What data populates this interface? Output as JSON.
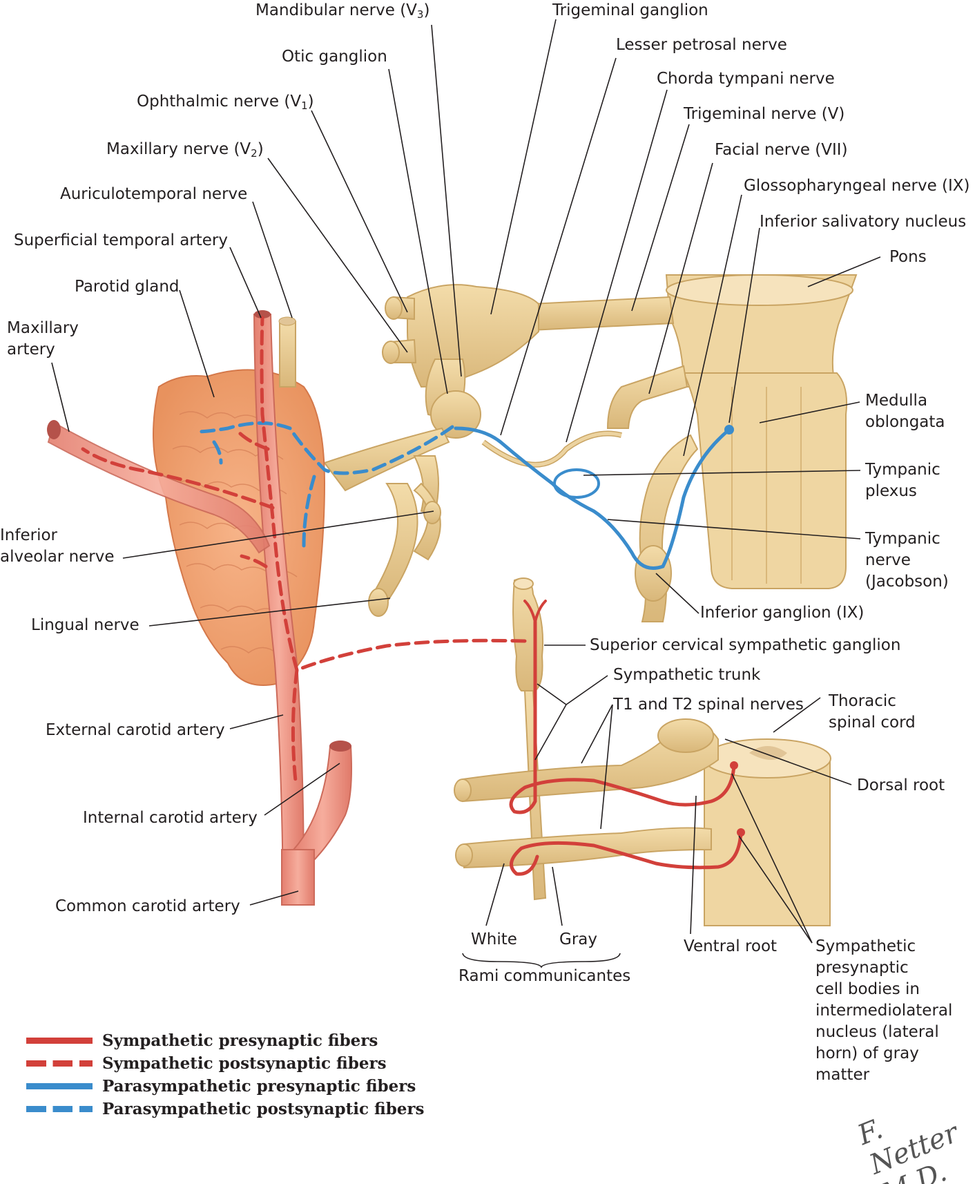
{
  "colors": {
    "nerve": "#e9cf95",
    "nerve_dark": "#c9a463",
    "brainstem": "#efd6a2",
    "gland": "#f2a77a",
    "artery": "#ee8f7d",
    "sympathetic": "#d2403a",
    "parasympathetic": "#3a8ccc",
    "leader": "#231f20"
  },
  "labels": {
    "mandibular_nerve": "Mandibular nerve (V",
    "mandibular_sub": "3",
    "trigeminal_ganglion": "Trigeminal ganglion",
    "otic_ganglion": "Otic ganglion",
    "lesser_petrosal_nerve": "Lesser petrosal nerve",
    "chorda_tympani_nerve": "Chorda tympani nerve",
    "ophthalmic_nerve": "Ophthalmic nerve (V",
    "ophthalmic_sub": "1",
    "trigeminal_nerve": "Trigeminal nerve (V)",
    "maxillary_nerve": "Maxillary nerve (V",
    "maxillary_sub": "2",
    "facial_nerve": "Facial nerve (VII)",
    "glossopharyngeal_nerve": "Glossopharyngeal nerve (IX)",
    "auriculotemporal_nerve": "Auriculotemporal nerve",
    "inferior_salivatory_nucleus": "Inferior salivatory nucleus",
    "superficial_temporal_artery": "Superficial temporal artery",
    "pons": "Pons",
    "parotid_gland": "Parotid gland",
    "maxillary_artery_1": "Maxillary",
    "maxillary_artery_2": "artery",
    "medulla_1": "Medulla",
    "medulla_2": "oblongata",
    "tympanic_plexus_1": "Tympanic",
    "tympanic_plexus_2": "plexus",
    "inferior_alveolar_1": "Inferior",
    "inferior_alveolar_2": "alveolar nerve",
    "tympanic_nerve_1": "Tympanic",
    "tympanic_nerve_2": "nerve",
    "tympanic_nerve_3": "(Jacobson)",
    "lingual_nerve": "Lingual nerve",
    "inferior_ganglion": "Inferior ganglion (IX)",
    "superior_cervical_ganglion": "Superior cervical sympathetic ganglion",
    "sympathetic_trunk": "Sympathetic trunk",
    "t1_t2_spinal_nerves": "T1 and T2 spinal nerves",
    "thoracic_cord_1": "Thoracic",
    "thoracic_cord_2": "spinal cord",
    "external_carotid": "External carotid artery",
    "dorsal_root": "Dorsal root",
    "internal_carotid": "Internal carotid artery",
    "common_carotid": "Common carotid artery",
    "white": "White",
    "gray": "Gray",
    "rami_communicantes": "Rami communicantes",
    "ventral_root": "Ventral root",
    "presyn_cell_bodies": [
      "Sympathetic",
      "presynaptic",
      "cell bodies in",
      "intermediolateral",
      "nucleus (lateral",
      "horn) of gray",
      "matter"
    ]
  },
  "legend": [
    {
      "label": "Sympathetic presynaptic fibers",
      "color": "#d2403a",
      "style": "solid"
    },
    {
      "label": "Sympathetic postsynaptic fibers",
      "color": "#d2403a",
      "style": "dashed"
    },
    {
      "label": "Parasympathetic presynaptic fibers",
      "color": "#3a8ccc",
      "style": "solid"
    },
    {
      "label": "Parasympathetic postsynaptic fibers",
      "color": "#3a8ccc",
      "style": "dashed"
    }
  ],
  "signature": "F. Netter M.D."
}
